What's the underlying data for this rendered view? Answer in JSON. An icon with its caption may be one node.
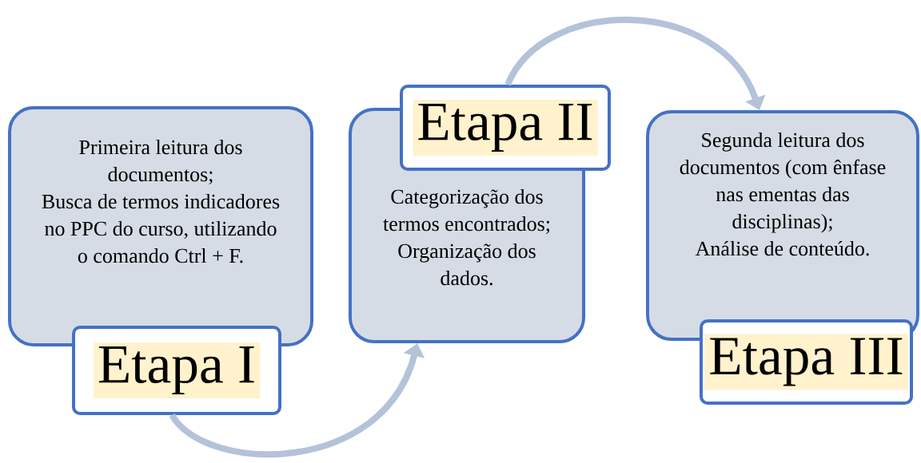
{
  "diagram": {
    "nodes": [
      {
        "text": [
          "Primeira leitura dos documentos;",
          "Busca de termos indicadores no PPC do curso, utilizando o comando Ctrl + F."
        ]
      },
      {
        "text": [
          "Etapa I"
        ]
      },
      {
        "text": [
          "Categorização dos termos encontrados;",
          "Organização dos dados."
        ]
      },
      {
        "text": [
          "Etapa II"
        ]
      },
      {
        "text": [
          "Segunda leitura dos documentos (com ênfase nas ementas das disciplinas);",
          "Análise de conteúdo."
        ]
      },
      {
        "text": [
          "Etapa III"
        ]
      }
    ],
    "edges": [
      {
        "from": 1,
        "to": 2,
        "arrow": "to"
      },
      {
        "from": 3,
        "to": 4,
        "arrow": "to"
      }
    ]
  }
}
